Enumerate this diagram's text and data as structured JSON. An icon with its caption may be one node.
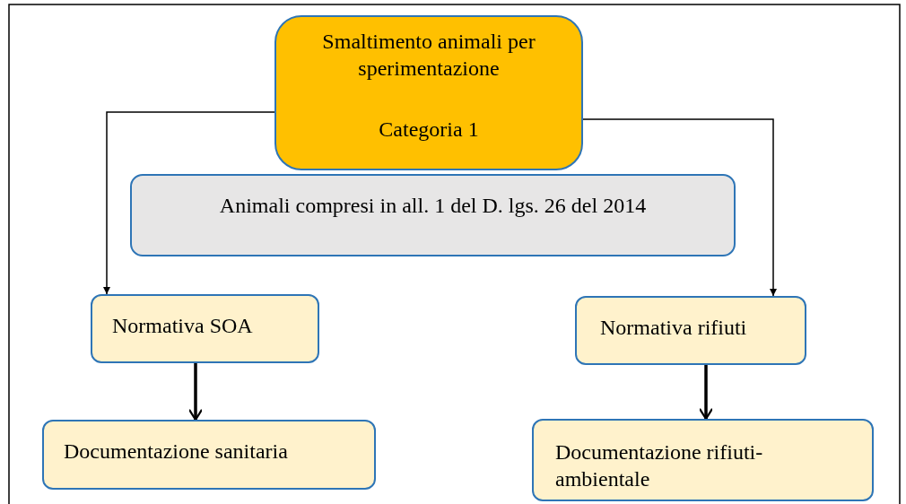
{
  "diagram": {
    "nodes": [
      {
        "text": [
          "Smaltimento animali per sperimentazione",
          "Categoria 1"
        ]
      },
      {
        "text": [
          "Animali compresi in all. 1 del D. lgs. 26 del 2014"
        ]
      },
      {
        "text": [
          "Normativa SOA"
        ]
      },
      {
        "text": [
          "Normativa rifiuti"
        ]
      },
      {
        "text": [
          "Documentazione sanitaria"
        ]
      },
      {
        "text": [
          "Documentazione rifiuti-ambientale"
        ]
      }
    ],
    "edges": [
      {
        "from": 0,
        "to": 2,
        "arrow": "to"
      },
      {
        "from": 0,
        "to": 3,
        "arrow": "to"
      },
      {
        "from": 2,
        "to": 4,
        "arrow": "to",
        "style": "thick"
      },
      {
        "from": 3,
        "to": 5,
        "arrow": "to",
        "style": "thick"
      }
    ]
  }
}
